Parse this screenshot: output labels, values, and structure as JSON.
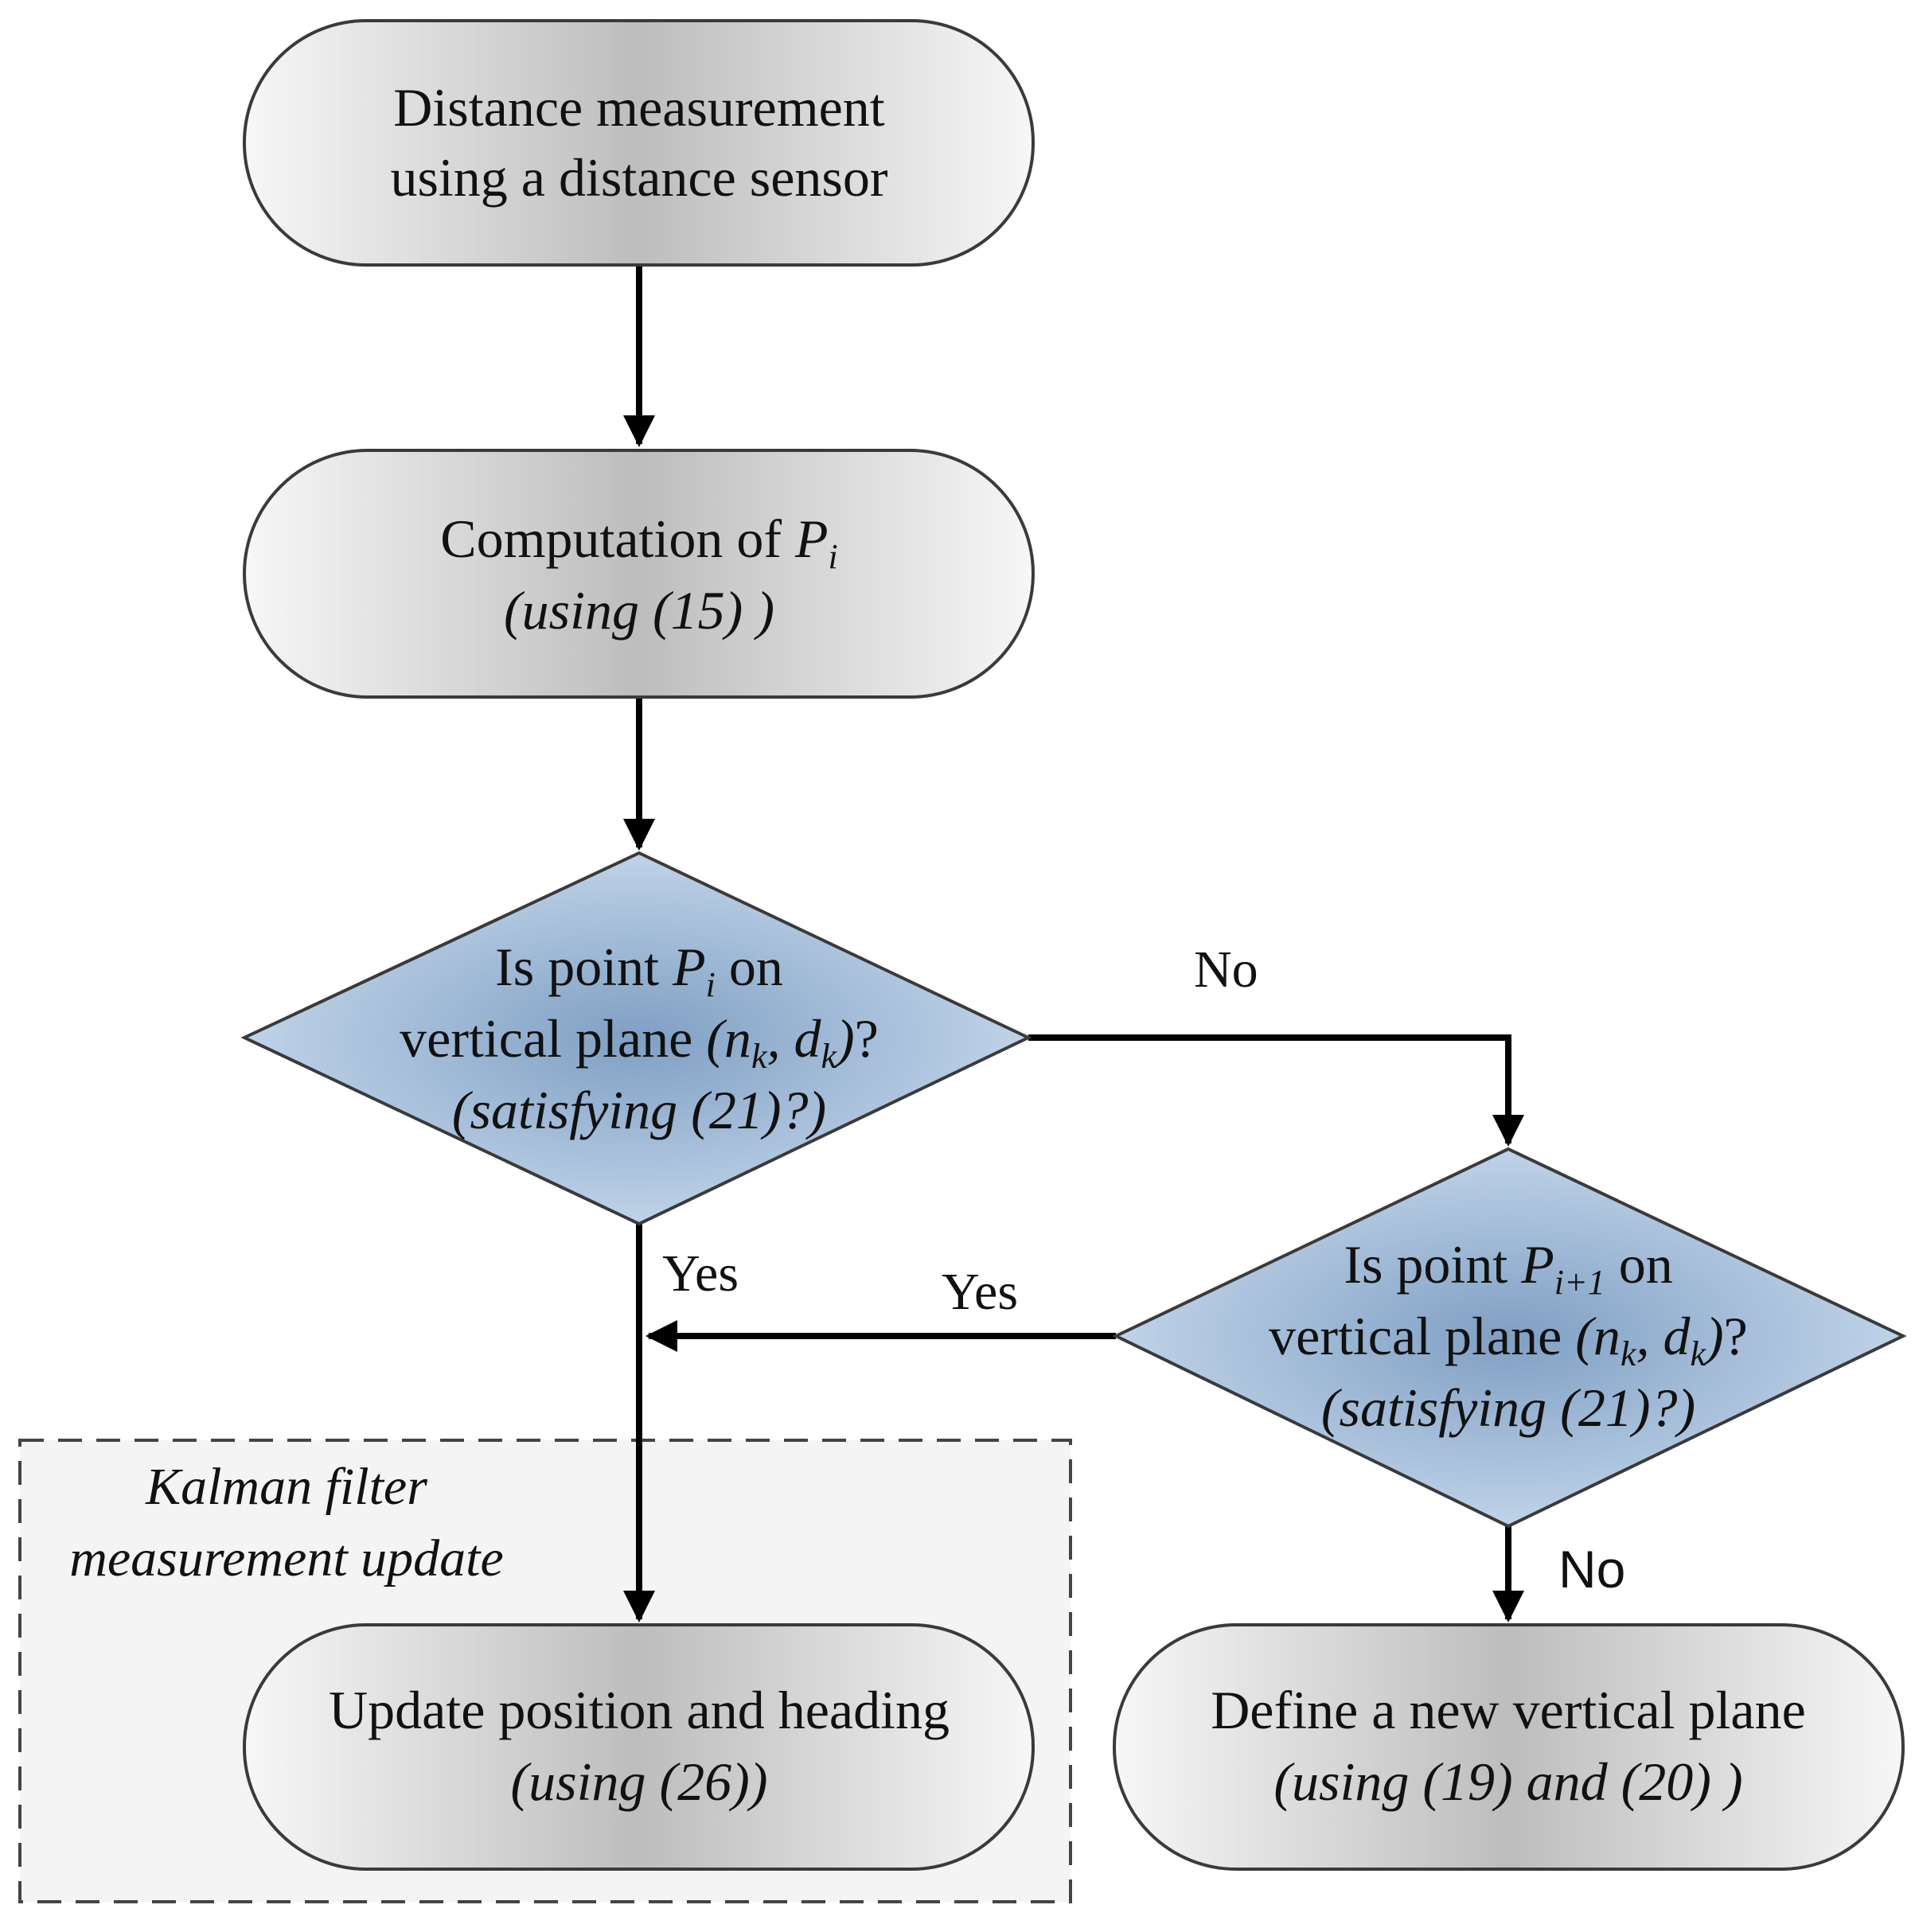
{
  "diagram": {
    "nodes": {
      "distance_measurement": {
        "line1": "Distance measurement",
        "line2": "using a distance sensor"
      },
      "computation": {
        "line1_prefix": "Computation of ",
        "line1_var": "P",
        "line1_sub": "i",
        "line2": "(using (15) )"
      },
      "decision_pi": {
        "line1_prefix": "Is point ",
        "line1_var": "P",
        "line1_sub": "i",
        "line1_suffix": " on",
        "line2_prefix": "vertical plane ",
        "line2_math_a": "(n",
        "line2_sub_a": "k",
        "line2_math_b": ", d",
        "line2_sub_b": "k",
        "line2_math_c": ")",
        "line2_suffix": "?",
        "line3": "(satisfying (21)?)"
      },
      "decision_pi1": {
        "line1_prefix": "Is point ",
        "line1_var": "P",
        "line1_sub": "i+1",
        "line1_suffix": " on",
        "line2_prefix": "vertical plane ",
        "line2_math_a": "(n",
        "line2_sub_a": "k",
        "line2_math_b": ", d",
        "line2_sub_b": "k",
        "line2_math_c": ")",
        "line2_suffix": "?",
        "line3": "(satisfying (21)?)"
      },
      "update_position": {
        "line1": "Update position and heading",
        "line2": "(using (26))"
      },
      "define_plane": {
        "line1": "Define a new vertical plane",
        "line2": "(using (19) and (20) )"
      }
    },
    "edge_labels": {
      "pi_no": "No",
      "pi_yes": "Yes",
      "pi1_yes": "Yes",
      "pi1_no": "No"
    },
    "group": {
      "line1": "Kalman filter",
      "line2": "measurement update"
    },
    "colors": {
      "terminal_dark": "#bdbdbd",
      "terminal_light": "#f7f7f7",
      "decision_dark": "#7f9fc3",
      "decision_light": "#c6d8ec",
      "stroke": "#3a3a3a",
      "arrow": "#000000",
      "group_fill": "#f4f4f4",
      "group_border": "#444444"
    }
  }
}
